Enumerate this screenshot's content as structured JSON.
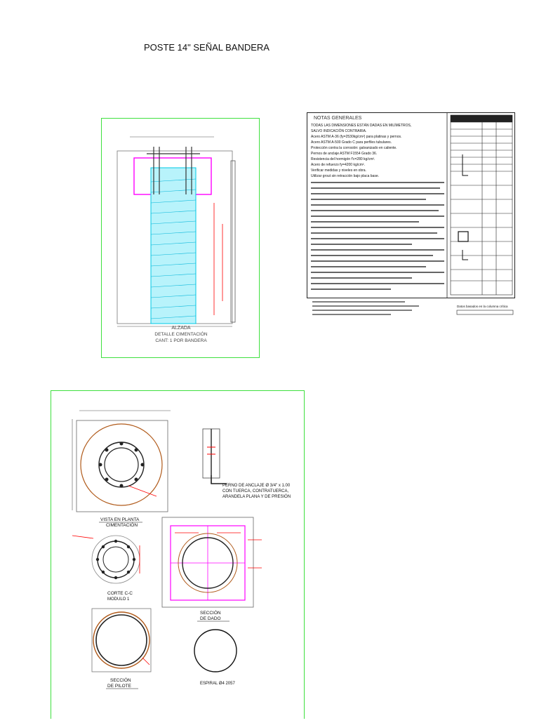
{
  "page_title": "POSTE 14\" SEÑAL BANDERA",
  "elevation": {
    "title": "ALZADA",
    "subtitle": "DETALLE CIMENTACIÓN",
    "qty": "CANT: 1 POR BANDERA"
  },
  "notes": {
    "heading": "NOTAS GENERALES",
    "lines": [
      "TODAS LAS DIMENSIONES ESTÁN DADAS EN MILÍMETROS,",
      "SALVO INDICACIÓN CONTRARIA.",
      "Acero ASTM A-36 (fy=2530kg/cm²) para platinas y pernos.",
      "Acero ASTM A-500 Grado C para perfiles tubulares.",
      "Protección contra la corrosión: galvanizado en caliente.",
      "Pernos de anclaje ASTM F1554 Grado 36.",
      "Resistencia del hormigón f'c=280 kg/cm².",
      "Acero de refuerzo fy=4200 kg/cm².",
      "Verificar medidas y niveles en obra.",
      "Utilizar grout sin retracción bajo placa base."
    ],
    "table2_heading": "Datos basados en la columna crítica"
  },
  "foundation_plan": {
    "title": "VISTA EN PLANTA",
    "subtitle": "CIMENTACIÓN"
  },
  "anchor_bolt": {
    "line1": "PERNO DE ANCLAJE Ø 3/4\" x 1.00",
    "line2": "CON TUERCA, CONTRATUERCA,",
    "line3": "ARANDELA PLANA Y DE PRESIÓN"
  },
  "cut_cc": {
    "title": "CORTE C-C",
    "subtitle": "MODULO 1"
  },
  "dado_section": {
    "title": "SECCIÓN",
    "subtitle": "DE DADO"
  },
  "pile_section": {
    "title": "SECCIÓN",
    "subtitle": "DE PILOTE"
  },
  "spiral": {
    "label": "ESPIRAL Ø4 2057"
  },
  "colors": {
    "frame": "#3ee03e",
    "dimension": "#ff0000",
    "concrete": "#00c8e6",
    "magenta": "#ff00ff",
    "steel": "#b05a1a"
  }
}
